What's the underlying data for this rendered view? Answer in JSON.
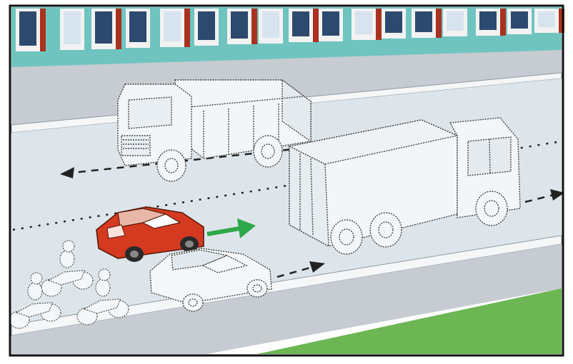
{
  "colors": {
    "frame": "#111111",
    "building_teal": "#6fc4c0",
    "building_red": "#a8321f",
    "window_glass": "#2d4a6e",
    "window_frame": "#f2f2f2",
    "sidewalk": "#c8cfd4",
    "road": "#dfe6ea",
    "curb": "#ffffff",
    "grass": "#6cb654",
    "outline_vehicle": "#3a3a3a",
    "red_car": "#d43a20",
    "green_arrow": "#2ea84a",
    "dashed_arrow": "#222222"
  },
  "scene": {
    "vehicles": [
      "dump-truck",
      "box-truck",
      "red-car",
      "white-car",
      "motorcycle-group"
    ]
  }
}
